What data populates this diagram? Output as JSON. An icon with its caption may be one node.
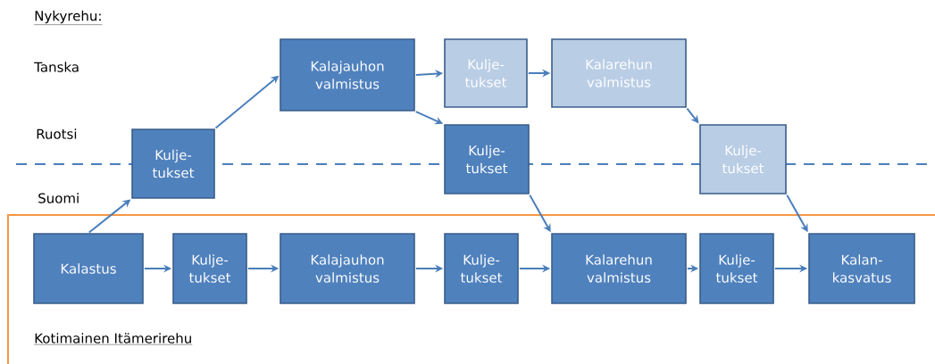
{
  "diagram": {
    "nodes": [
      {
        "text": [
          "Kalastus"
        ]
      },
      {
        "text": [
          "Kulje-tukset"
        ]
      },
      {
        "text": [
          "Kalajauhon valmistus"
        ]
      },
      {
        "text": [
          "Kulje-tukset"
        ]
      },
      {
        "text": [
          "Kalarehun valmistus"
        ]
      },
      {
        "text": [
          "Kulje-tukset"
        ]
      },
      {
        "text": [
          "Kalan-kasvatus"
        ]
      },
      {
        "text": [
          "Kulje-tukset"
        ]
      },
      {
        "text": [
          "Kalajauhon valmistus"
        ]
      },
      {
        "text": [
          "Kulje-tukset"
        ]
      },
      {
        "text": [
          "Kalarehun valmistus"
        ]
      },
      {
        "text": [
          "Kulje-tukset"
        ]
      },
      {
        "text": [
          "Kulje-tukset"
        ]
      }
    ],
    "edges": [
      {
        "from": 0,
        "to": 1,
        "arrow": "to"
      },
      {
        "from": 1,
        "to": 2,
        "arrow": "to"
      },
      {
        "from": 2,
        "to": 3,
        "arrow": "to"
      },
      {
        "from": 3,
        "to": 4,
        "arrow": "to"
      },
      {
        "from": 4,
        "to": 5,
        "arrow": "to"
      },
      {
        "from": 5,
        "to": 6,
        "arrow": "to"
      },
      {
        "from": 0,
        "to": 7,
        "arrow": "to"
      },
      {
        "from": 7,
        "to": 8,
        "arrow": "to"
      },
      {
        "from": 8,
        "to": 9,
        "arrow": "to"
      },
      {
        "from": 9,
        "to": 10,
        "arrow": "to"
      },
      {
        "from": 8,
        "to": 11,
        "arrow": "to"
      },
      {
        "from": 11,
        "to": 4,
        "arrow": "to"
      },
      {
        "from": 10,
        "to": 12,
        "arrow": "to"
      },
      {
        "from": 12,
        "to": 6,
        "arrow": "to"
      }
    ],
    "labels": [
      "Nykyrehu:",
      "Tanska",
      "Ruotsi",
      "Suomi",
      "Kotimainen Itämerirehu"
    ]
  }
}
